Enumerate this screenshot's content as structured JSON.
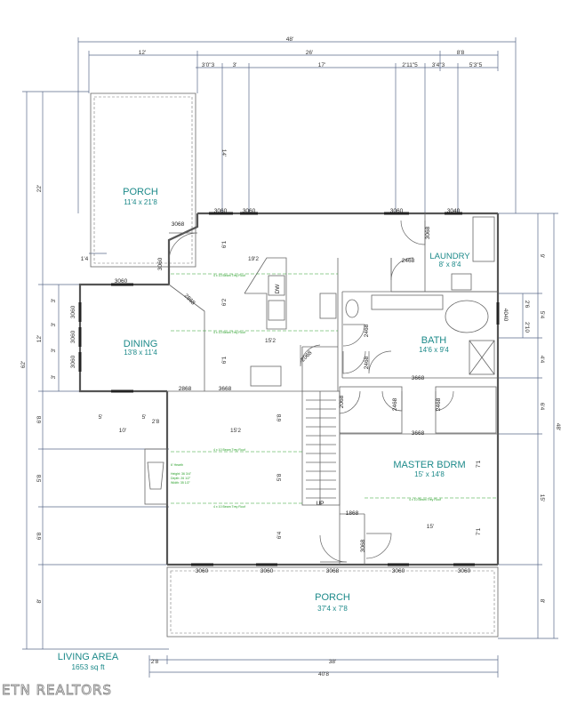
{
  "rooms": {
    "porch_left": {
      "name": "PORCH",
      "dims": "11'4 x 21'8"
    },
    "dining": {
      "name": "DINING",
      "dims": "13'8 x 11'4"
    },
    "laundry": {
      "name": "LAUNDRY",
      "dims": "8' x 8'4"
    },
    "bath": {
      "name": "BATH",
      "dims": "14'6 x 9'4"
    },
    "master": {
      "name": "MASTER BDRM",
      "dims": "15' x 14'8"
    },
    "porch_front": {
      "name": "PORCH",
      "dims": "37'4 x 7'8"
    }
  },
  "living": {
    "label": "LIVING AREA",
    "value": "1653 sq ft"
  },
  "brand": "ETN REALTORS",
  "dims_top": [
    "48'",
    "12'",
    "26'",
    "8'8",
    "3'0\"3",
    "3'",
    "17'",
    "2'11\"5",
    "3'4\"3",
    "5'3\"5"
  ],
  "dims_bottom": [
    "2'8",
    "38'",
    "40'8"
  ],
  "dims_left": [
    "22'",
    "1'4",
    "3'",
    "3060",
    "12'",
    "3'",
    "3060",
    "3'",
    "3060",
    "3'",
    "62'",
    "6'8",
    "5'8",
    "6'8",
    "8'"
  ],
  "dims_right": [
    "9'",
    "2'6",
    "5'4",
    "2'10",
    "4040",
    "4'4",
    "6'4",
    "48'",
    "15'",
    "8'"
  ],
  "dims_interior": [
    "19'2",
    "15'2",
    "15'2",
    "5'",
    "5'",
    "10'",
    "2'8",
    "14'",
    "6'1",
    "6'2",
    "6'1",
    "6'8",
    "5'8",
    "6'4",
    "7'1",
    "15'",
    "7'1"
  ],
  "door_tags": [
    "3060",
    "3060",
    "3060",
    "3040",
    "3068",
    "3068",
    "2468",
    "3060",
    "3060",
    "2868",
    "2868",
    "3668",
    "2068",
    "2468",
    "2468",
    "3668",
    "2468",
    "2468",
    "2068",
    "3668",
    "1868",
    "3068",
    "3060",
    "3060",
    "3068",
    "3060",
    "3060"
  ],
  "fireplace": {
    "title": "6' Hearth",
    "rows": [
      "Height:  36 3/4\"",
      "Depth:   26 1/2\"",
      "Width:   35 1/2\""
    ]
  },
  "stairs_label": "UP",
  "appliance_label": "DW",
  "notes": [
    "4 x 10 Beam Trey Roof",
    "4 x 10 Beam Trey Roof",
    "4 x 10 Beam Trey Roof",
    "4 x 10 Beam Trey Roof",
    "4 x 10 Beam Trey Roof"
  ],
  "colors": {
    "room_text": "#1d8a8a",
    "dimension_lines": "#5a6a8a",
    "walls": "#555555",
    "notes": "#2aa02a"
  }
}
